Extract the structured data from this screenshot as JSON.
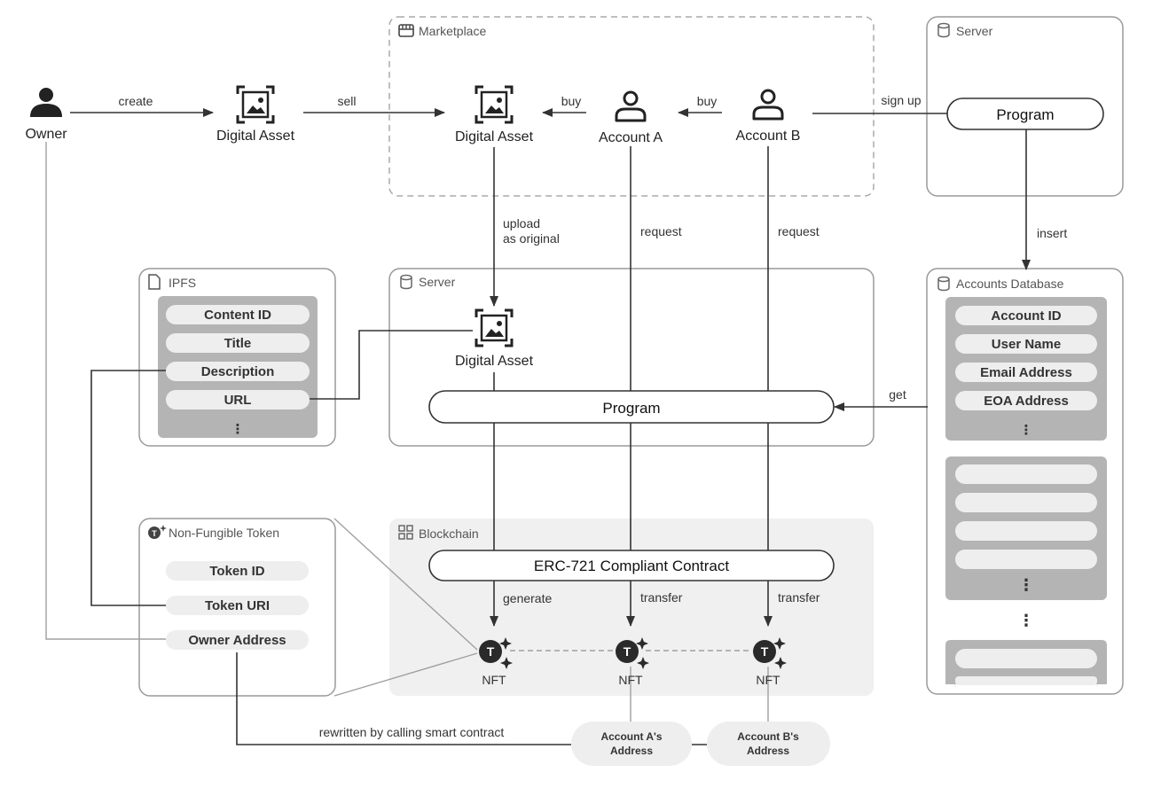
{
  "colors": {
    "line": "#333333",
    "container_border": "#9a9a9a",
    "container_dashed": "#aaaaaa",
    "pill_bg": "#eeeeee",
    "group_bg": "#b4b4b4",
    "blockchain_bg": "#f0f0f0",
    "address_bg": "#eeeeee"
  },
  "containers": {
    "marketplace": {
      "title": "Marketplace",
      "icon": "storefront-icon"
    },
    "server_top": {
      "title": "Server",
      "icon": "database-icon"
    },
    "server_mid": {
      "title": "Server",
      "icon": "database-icon"
    },
    "ipfs": {
      "title": "IPFS",
      "icon": "document-icon"
    },
    "accounts_db": {
      "title": "Accounts Database",
      "icon": "database-icon"
    },
    "nft_box": {
      "title": "Non-Fungible Token",
      "icon": "token-icon"
    },
    "blockchain": {
      "title": "Blockchain",
      "icon": "network-icon"
    }
  },
  "nodes": {
    "owner": "Owner",
    "digital_asset_1": "Digital Asset",
    "digital_asset_2": "Digital Asset",
    "account_a": "Account A",
    "account_b": "Account B",
    "digital_asset_3": "Digital Asset",
    "program_top": "Program",
    "program_mid": "Program",
    "contract": "ERC-721 Compliant Contract",
    "nft_1": "NFT",
    "nft_2": "NFT",
    "nft_3": "NFT",
    "address_a_l1": "Account A's",
    "address_a_l2": "Address",
    "address_b_l1": "Account B's",
    "address_b_l2": "Address"
  },
  "ipfs_fields": [
    "Content ID",
    "Title",
    "Description",
    "URL",
    "⋮"
  ],
  "accounts_fields": [
    "Account ID",
    "User Name",
    "Email Address",
    "EOA Address",
    "⋮"
  ],
  "accounts_more": "⋮",
  "nft_fields": [
    "Token ID",
    "Token URI",
    "Owner Address"
  ],
  "edges": {
    "create": "create",
    "sell": "sell",
    "buy_1": "buy",
    "buy_2": "buy",
    "sign_up": "sign up",
    "insert": "insert",
    "upload_1": "upload",
    "upload_2": "as original",
    "request_a": "request",
    "request_b": "request",
    "get": "get",
    "generate": "generate",
    "transfer_1": "transfer",
    "transfer_2": "transfer",
    "rewritten": "rewritten by calling smart contract"
  }
}
